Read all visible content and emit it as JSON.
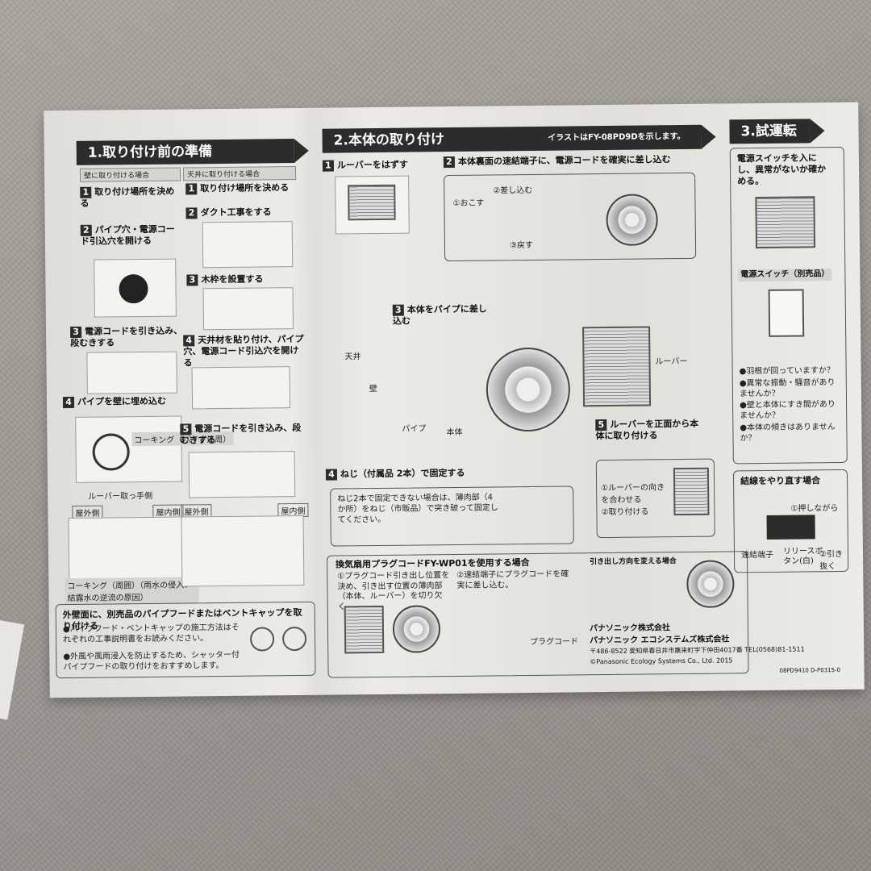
{
  "header": {
    "step1": "1.取り付け前の準備",
    "step2": "2.本体の取り付け",
    "step2_note": "イラストはFY-08PD9Dを示します。",
    "step3": "3.試運転"
  },
  "col_wall": "壁に取り付ける場合",
  "col_ceiling": "天井に取り付ける場合",
  "wall_steps": {
    "s1": "取り付け場所を決める",
    "s2": "パイプ穴・電源コード引込穴を開ける",
    "s3": "電源コードを引き込み、段むきする",
    "s4": "パイプを壁に埋め込む"
  },
  "ceiling_steps": {
    "s1": "取り付け場所を決める",
    "s2": "ダクト工事をする",
    "s3": "木枠を設置する",
    "s4": "天井材を貼り付け、パイプ穴、電源コード引込穴を開ける",
    "s5": "電源コードを引き込み、段むきする"
  },
  "labels": {
    "louver_handle": "ルーバー取っ手側",
    "caulking": "コーキング（パイプ外周）",
    "outdoor": "屋外側",
    "indoor": "屋内側",
    "nonrecommend": "コーキング（周囲）（雨水の侵入、結露水の逆流の原因）",
    "ceiling_label": "天井",
    "wall_label": "壁",
    "pipe_label": "パイプ",
    "body_label": "本体",
    "louver_label": "ルーバー"
  },
  "main_steps": {
    "m1": "ルーバーをはずす",
    "m2": "本体裏面の速結端子に、電源コードを確実に差し込む",
    "m3": "本体をパイプに差し込む",
    "m4": "ねじ（付属品 2本）で固定する",
    "m5": "ルーバーを正面から本体に取り付ける"
  },
  "m2_notes": [
    "①おこす",
    "②差し込む",
    "③戻す"
  ],
  "m4_note": "ねじ2本で固定できない場合は、薄肉部（4か所）をねじ（市販品）で突き破って固定してください。",
  "m5_notes": [
    "①ルーバーの向きを合わせる",
    "②取り付ける"
  ],
  "plug_section": "換気扇用プラグコードFY-WP01を使用する場合",
  "plug_steps": [
    "①プラグコード引き出し位置を決め、引き出す位置の薄肉部（本体、ルーバー）を切り欠く。",
    "②速結端子にプラグコードを確実に差し込む。"
  ],
  "pull_direction": "引き出し方向を変える場合",
  "plug_cord": "プラグコード",
  "external_wall": "外壁面に、別売品のパイプフードまたはベントキャップを取り付ける",
  "external_notes": [
    "●パイプフード・ベントキャップの施工方法はそれぞれの工事説明書をお読みください。",
    "●外風や風雨浸入を防止するため、シャッター付パイプフードの取り付けをおすすめします。"
  ],
  "test_run": {
    "intro": "電源スイッチを入にし、異常がないか確かめる。",
    "switch_label": "電源スイッチ（別売品）",
    "checks": [
      "●羽根が回っていますか？",
      "●異常な振動・騒音がありませんか？",
      "●壁と本体にすき間がありませんか？",
      "●本体の傾きはありませんか？"
    ],
    "rewire": "結線をやり直す場合",
    "rewire_steps": [
      "①押しながら",
      "②引き抜く"
    ],
    "release_button": "リリースボタン(白)",
    "terminal": "速結端子"
  },
  "company": {
    "name1": "パナソニック株式会社",
    "name2": "パナソニック エコシステムズ株式会社",
    "address": "〒486-8522 愛知県春日井市鷹来町字下仲田4017番 TEL(0568)81-1511",
    "copyright": "©Panasonic Ecology Systems Co., Ltd. 2015",
    "code": "08PD9410 D-P0315-0"
  }
}
